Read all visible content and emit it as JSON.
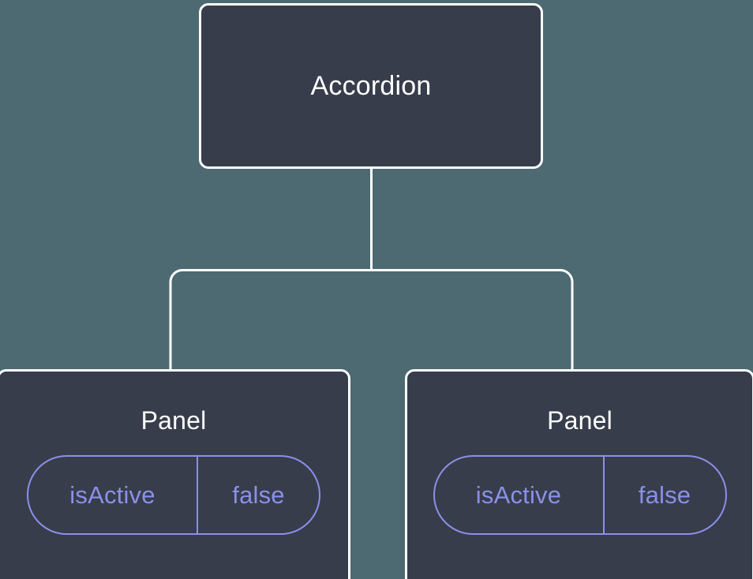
{
  "diagram": {
    "type": "component-tree",
    "background_color": "#4d6a73",
    "node_fill_color": "#373d4b",
    "node_border_color": "#ffffff",
    "edge_color": "#ffffff",
    "pill_accent_color": "#8b90e8",
    "root": {
      "label": "Accordion"
    },
    "children": [
      {
        "label": "Panel",
        "state": {
          "key": "isActive",
          "value": "false"
        }
      },
      {
        "label": "Panel",
        "state": {
          "key": "isActive",
          "value": "false"
        }
      }
    ]
  }
}
